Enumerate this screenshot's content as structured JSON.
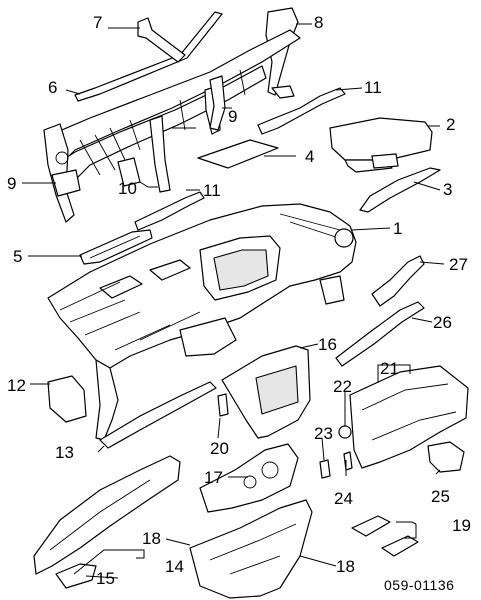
{
  "diagram_code": "059-01136",
  "callouts": {
    "n1": "1",
    "n2": "2",
    "n3": "3",
    "n4": "4",
    "n5": "5",
    "n6": "6",
    "n7": "7",
    "n8": "8",
    "n9a": "9",
    "n9b": "9",
    "n10": "10",
    "n11a": "11",
    "n11b": "11",
    "n12": "12",
    "n13": "13",
    "n14": "14",
    "n15": "15",
    "n16": "16",
    "n17": "17",
    "n18a": "18",
    "n18b": "18",
    "n19": "19",
    "n20": "20",
    "n21": "21",
    "n22": "22",
    "n23": "23",
    "n24": "24",
    "n25": "25",
    "n26": "26",
    "n27": "27"
  }
}
